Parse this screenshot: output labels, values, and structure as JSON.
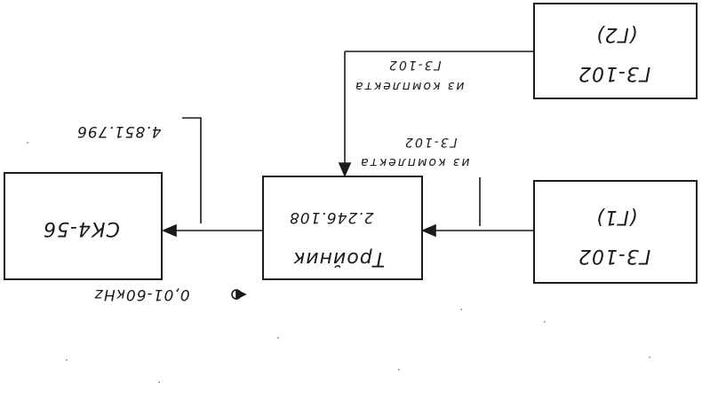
{
  "blocks": {
    "generator_g1": {
      "model": "Г3-102",
      "tag": "(Г1)"
    },
    "generator_g2": {
      "model": "Г3-102",
      "tag": "(Г2)"
    },
    "tee": {
      "name": "Тройник",
      "code": "2.246.108"
    },
    "analyzer": {
      "model": "СК4-56"
    }
  },
  "annotations": {
    "from_kit_g1": {
      "line1": "из комплекта",
      "line2": "Г3-102"
    },
    "from_kit_g2": {
      "line1": "из комплекта",
      "line2": "Г3-102"
    },
    "cable_code": "4.851.796",
    "frequency_range": "0,01-60кHz"
  }
}
